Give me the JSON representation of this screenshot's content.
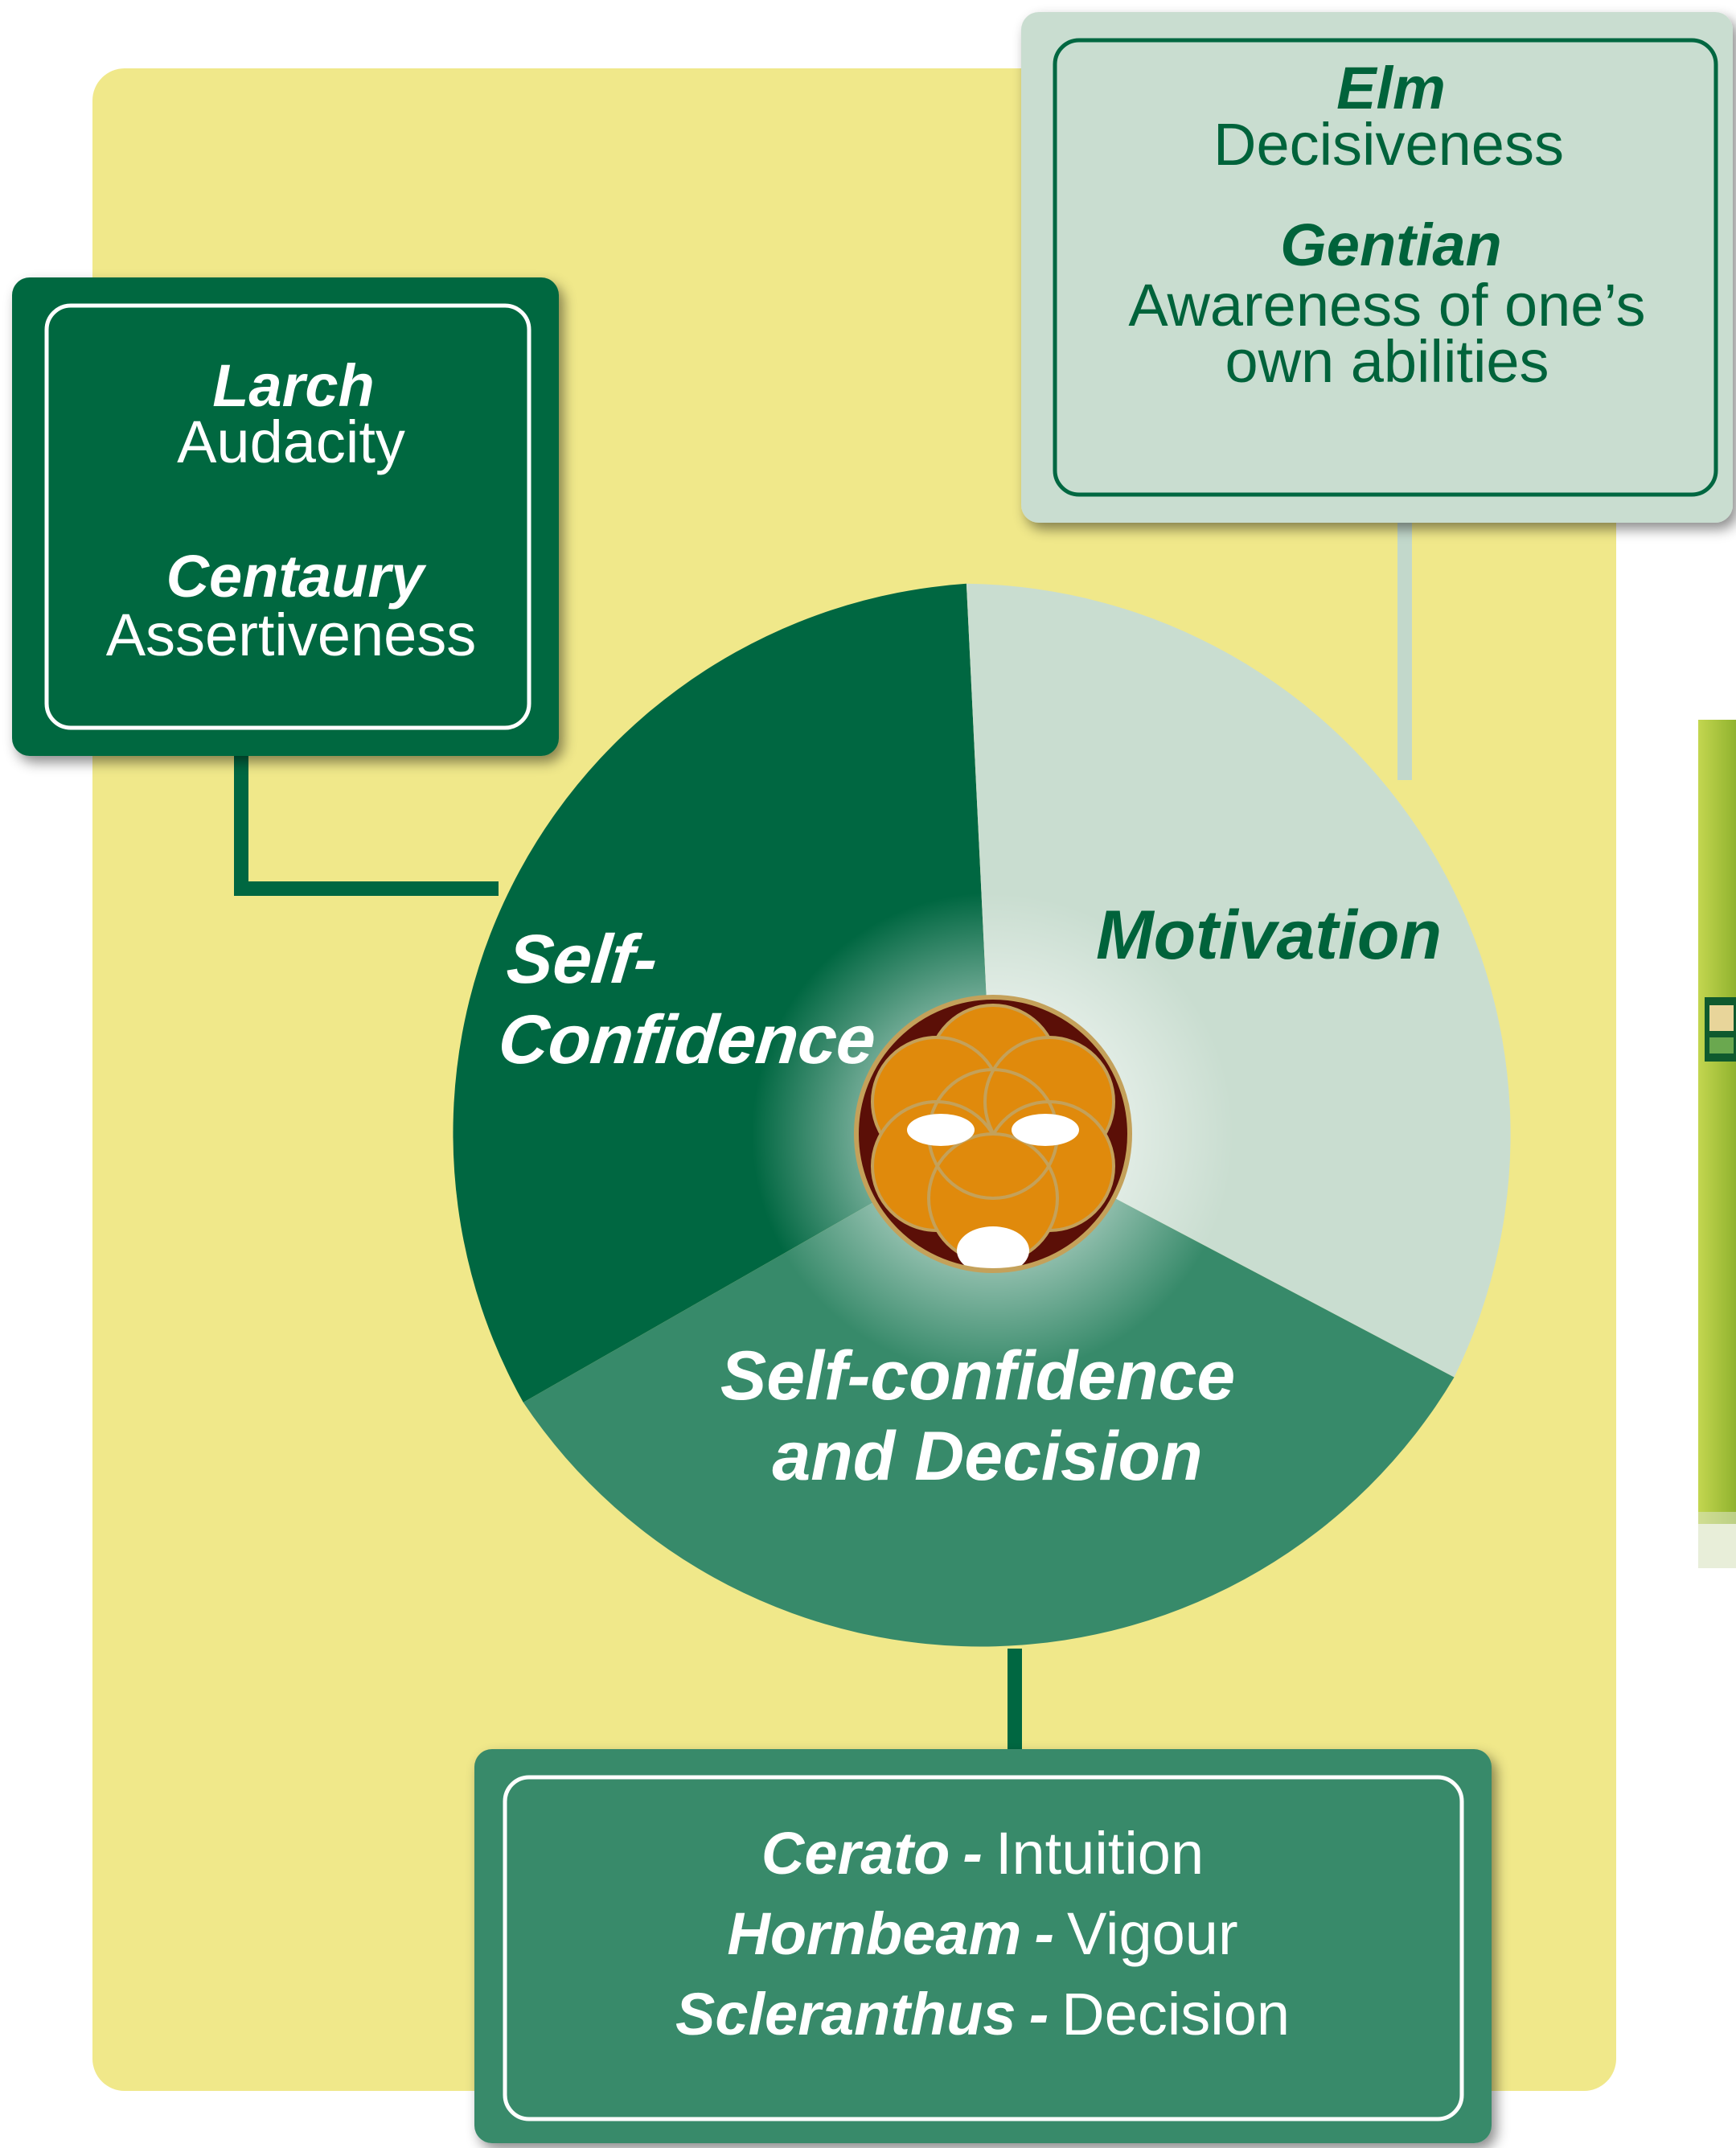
{
  "colors": {
    "background": "#ffffff",
    "panel": "#f0e88a",
    "dark_green": "#006741",
    "mid_green": "#378a6a",
    "light_green": "#c9ddd0",
    "pale_green_stroke": "#c2d8cb",
    "text_dark_green": "#00633b",
    "white": "#ffffff",
    "emblem_brown": "#5b0f07",
    "emblem_orange": "#e08a0c",
    "product_green": "#8fb028"
  },
  "center": {
    "icon": "flower-of-life-emblem-icon"
  },
  "segments": {
    "self_confidence": {
      "line1": "Self-",
      "line2": "Confidence"
    },
    "motivation": {
      "label": "Motivation"
    },
    "decision": {
      "line1": "Self-confidence",
      "line2": "and Decision"
    }
  },
  "boxes": {
    "top_left": {
      "items": [
        {
          "name": "Larch",
          "desc": "Audacity"
        },
        {
          "name": "Centaury",
          "desc": "Assertiveness"
        }
      ]
    },
    "top_right": {
      "items": [
        {
          "name": "Elm",
          "desc": "Decisiveness"
        },
        {
          "name": "Gentian",
          "desc_line1": "Awareness of one’s",
          "desc_line2": "own abilities"
        }
      ]
    },
    "bottom": {
      "separator": "-",
      "items": [
        {
          "name": "Cerato",
          "desc": "Intuition"
        },
        {
          "name": "Hornbeam",
          "desc": "Vigour"
        },
        {
          "name": "Scleranthus",
          "desc": "Decision"
        }
      ]
    }
  },
  "product_image": {
    "icon": "remedy-product-box-icon"
  }
}
